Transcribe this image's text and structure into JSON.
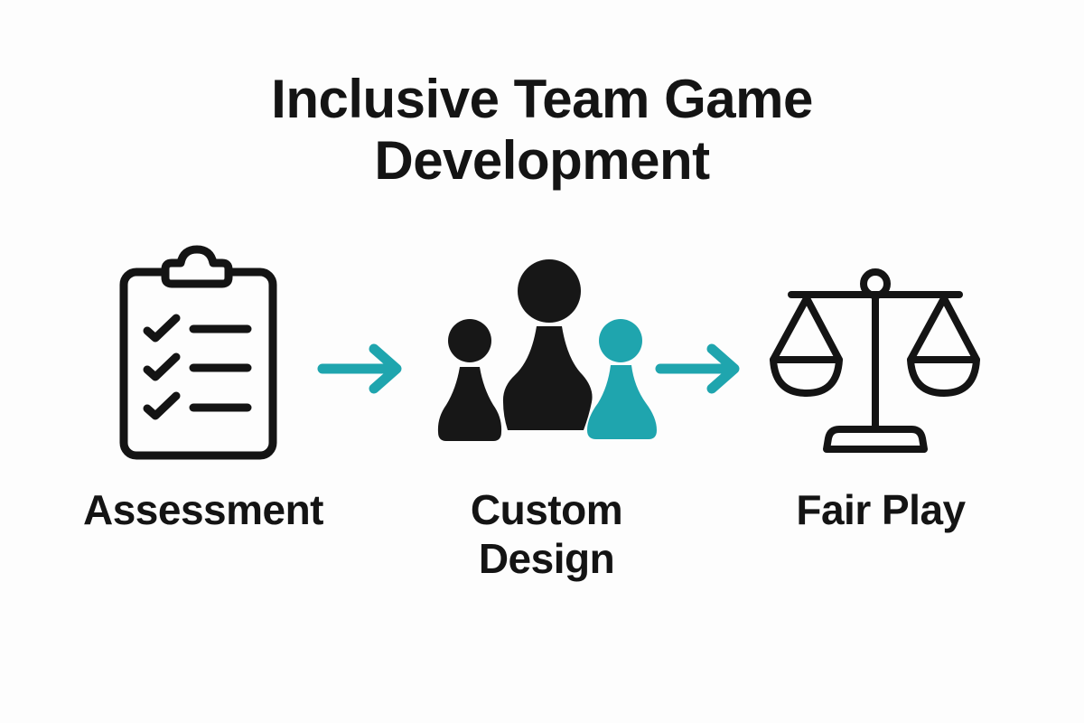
{
  "title": {
    "line1": "Inclusive Team Game",
    "line2": "Development"
  },
  "colors": {
    "background": "#fdfdfd",
    "ink": "#141414",
    "accent": "#1fa5ae"
  },
  "steps": [
    {
      "icon": "clipboard-checklist-icon",
      "label_lines": [
        "Assessment"
      ]
    },
    {
      "icon": "game-pawns-icon",
      "label_lines": [
        "Custom",
        "Design"
      ]
    },
    {
      "icon": "balance-scale-icon",
      "label_lines": [
        "Fair Play"
      ]
    }
  ],
  "connectors": [
    {
      "icon": "arrow-right-icon",
      "from": "Assessment",
      "to": "Custom Design"
    },
    {
      "icon": "arrow-right-icon",
      "from": "Custom Design",
      "to": "Fair Play"
    }
  ]
}
